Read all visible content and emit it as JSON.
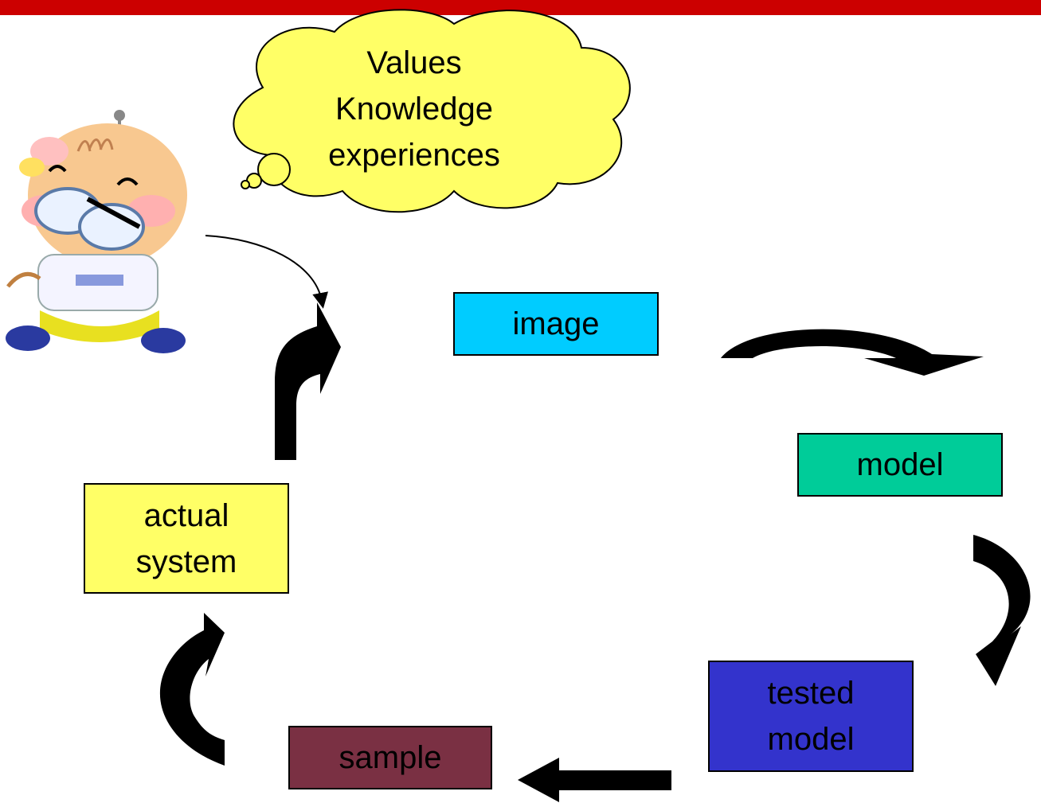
{
  "colors": {
    "header_bar": "#cc0000",
    "image_box": "#00ccff",
    "model_box": "#00cc99",
    "tested_model_box": "#3333cc",
    "sample_box": "#7a3043",
    "actual_system_box": "#ffff66",
    "thought_cloud": "#ffff66",
    "arrows": "#000000"
  },
  "thought_cloud": {
    "lines": [
      "Values",
      "Knowledge",
      "experiences"
    ]
  },
  "boxes": {
    "image": "image",
    "model": "model",
    "tested_model": [
      "tested",
      "model"
    ],
    "sample": "sample",
    "actual_system": [
      "actual",
      "system"
    ]
  },
  "icons": {
    "person": "cartoon-baby-with-glasses-icon"
  }
}
